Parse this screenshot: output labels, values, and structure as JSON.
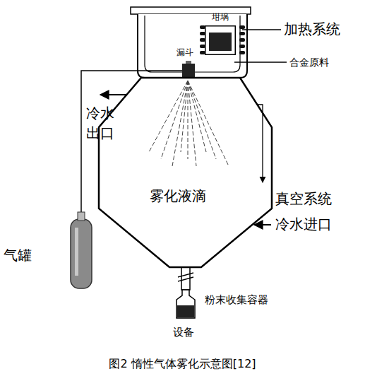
{
  "diagram": {
    "caption": "图2 惰性气体雾化示意图[12]",
    "nodes": [
      {
        "text": [
          "坩埚"
        ]
      },
      {
        "text": [
          "漏斗"
        ]
      },
      {
        "text": [
          "雾化液滴"
        ]
      },
      {
        "text": [
          "气罐"
        ]
      },
      {
        "text": [
          "粉末收集容器"
        ]
      }
    ],
    "edges": [
      {
        "from": 3,
        "to": 1,
        "arrow": "none"
      }
    ],
    "labels": [
      "加热系统",
      "合金原料",
      "冷水出口",
      "真空系统",
      "冷水进口",
      "设备"
    ]
  }
}
